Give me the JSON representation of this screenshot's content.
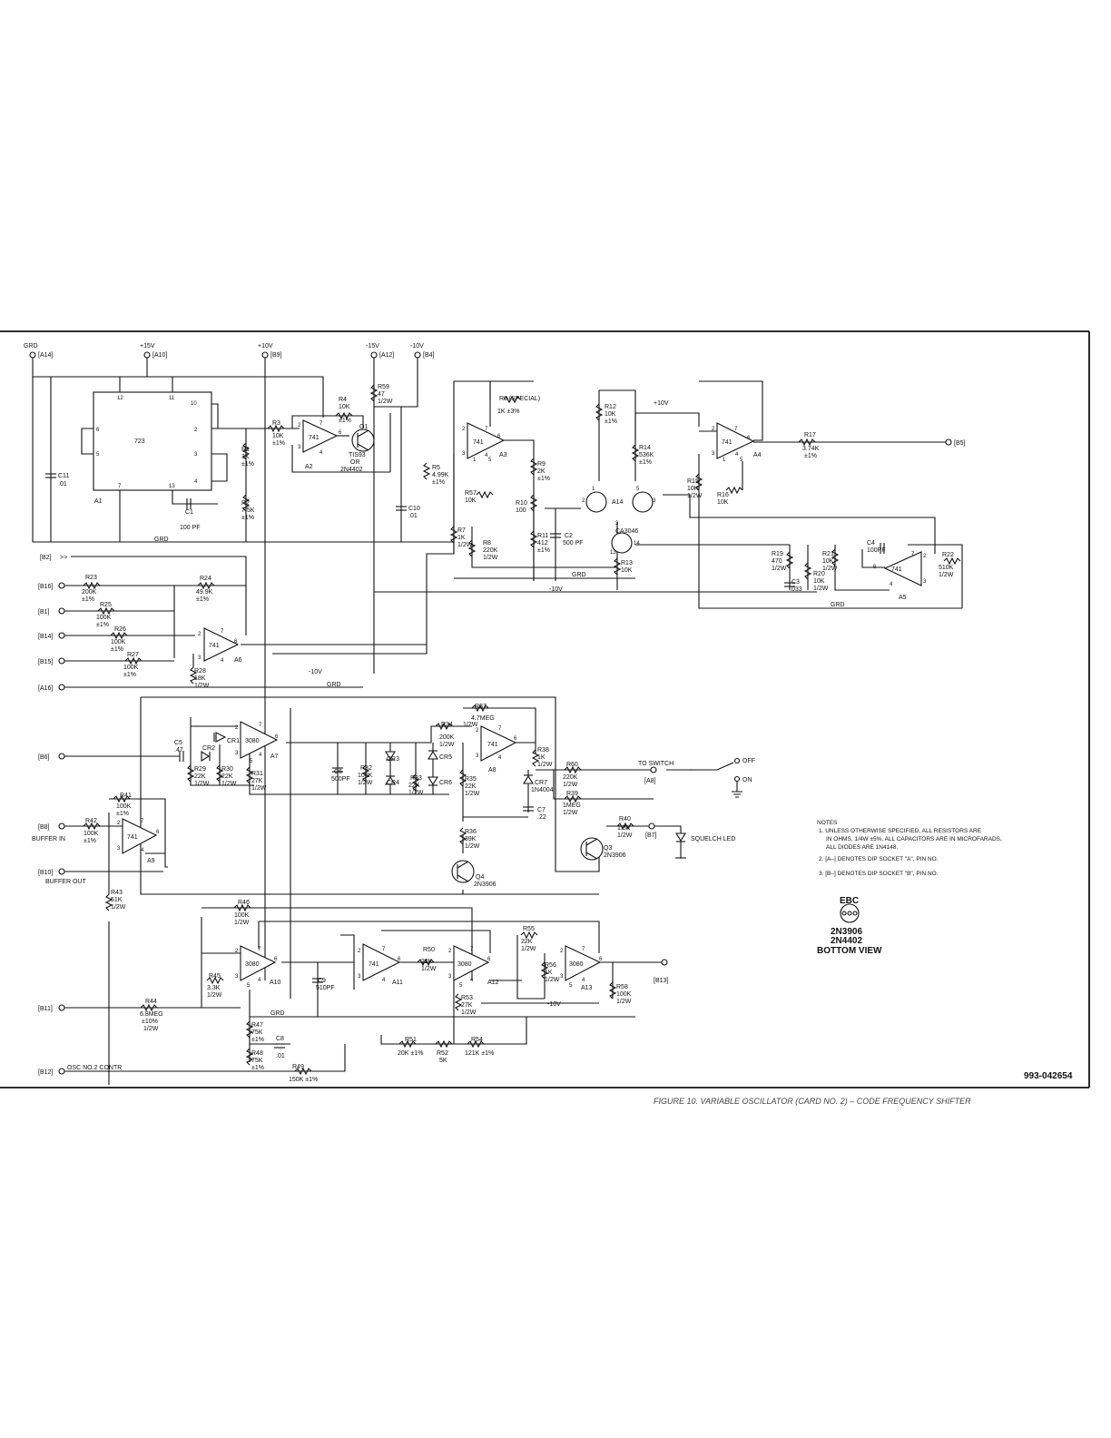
{
  "ports": {
    "grd": "GRD",
    "a14": "[A14]",
    "v15": "+15V",
    "a10": "[A10]",
    "v10": "+10V",
    "b9": "[B9]",
    "vm15": "-15V",
    "a12": "[A12]",
    "vm10": "-10V",
    "b4": "[B4]",
    "b5": "[B5]",
    "b2": "[B2]",
    "b16": "[B16]",
    "b1": "[B1]",
    "b14": "[B14]",
    "b15": "[B15]",
    "a16": "[A16]",
    "b6": "[B6]",
    "b8": "[B8]",
    "b10": "[B10]",
    "b11": "[B11]",
    "b12": "[B12]",
    "b13": "[B13]",
    "a8": "[A8]",
    "b7": "[B7]"
  },
  "port_labels": {
    "buffer_in": "BUFFER IN",
    "buffer_out": "BUFFER OUT",
    "osc2": "OSC NO.2 CONTR",
    "to_switch": "TO SWITCH",
    "off": "OFF",
    "on": "ON",
    "squelch": "SQUELCH LED"
  },
  "rail_labels": {
    "grd": "GRD",
    "m10": "-10V",
    "p10": "+10V"
  },
  "ics": {
    "a1": {
      "part": "723",
      "ref": "A1"
    },
    "a2": {
      "part": "741",
      "ref": "A2"
    },
    "a3": {
      "part": "741",
      "ref": "A3"
    },
    "a4": {
      "part": "741",
      "ref": "A4"
    },
    "a5": {
      "part": "741",
      "ref": "A5"
    },
    "a6": {
      "part": "741",
      "ref": "A6"
    },
    "a7": {
      "part": "3080",
      "ref": "A7"
    },
    "a8": {
      "part": "741",
      "ref": "A8"
    },
    "a9": {
      "part": "741",
      "ref": "A9"
    },
    "a10": {
      "part": "3080",
      "ref": "A10"
    },
    "a11": {
      "part": "741",
      "ref": "A11"
    },
    "a12": {
      "part": "3080",
      "ref": "A12"
    },
    "a13": {
      "part": "3080",
      "ref": "A13"
    },
    "a14": {
      "part": "CA3046",
      "ref": "A14"
    }
  },
  "transistors": {
    "q1": {
      "ref": "Q1",
      "part": "TIS93",
      "alt": "OR",
      "alt_part": "2N4402"
    },
    "q3": {
      "ref": "Q3",
      "part": "2N3906"
    },
    "q4": {
      "ref": "Q4",
      "part": "2N3906"
    }
  },
  "resistors": {
    "r1": [
      "R1",
      "3K",
      "±1%"
    ],
    "r2": [
      "R2",
      "7.5K",
      "±1%"
    ],
    "r3": [
      "R3",
      "10K",
      "±1%"
    ],
    "r4": [
      "R4",
      "10K",
      "±1%"
    ],
    "r5": [
      "R5",
      "4.99K",
      "±1%"
    ],
    "r6": [
      "R6 (SPECIAL)",
      "1K ±3%",
      ""
    ],
    "r7": [
      "R7",
      "1K",
      "1/2W"
    ],
    "r8": [
      "R8",
      "220K",
      "1/2W"
    ],
    "r9": [
      "R9",
      "2K",
      "±1%"
    ],
    "r10": [
      "R10",
      "100",
      ""
    ],
    "r11": [
      "R11",
      "412",
      "±1%"
    ],
    "r12": [
      "R12",
      "10K",
      "±1%"
    ],
    "r13": [
      "R13",
      "10K",
      ""
    ],
    "r14": [
      "R14",
      "536K",
      "±1%"
    ],
    "r15": [
      "R15",
      "10K",
      "1/2W"
    ],
    "r16": [
      "R16",
      "10K",
      ""
    ],
    "r17": [
      "R17",
      "3.74K",
      "±1%"
    ],
    "r19": [
      "R19",
      "470",
      "1/2W"
    ],
    "r20": [
      "R20",
      "10K",
      "1/2W"
    ],
    "r21": [
      "R21",
      "10K",
      "1/2W"
    ],
    "r22": [
      "R22",
      "510K",
      "1/2W"
    ],
    "r23": [
      "R23",
      "200K",
      "±1%"
    ],
    "r24": [
      "R24",
      "49.9K",
      "±1%"
    ],
    "r25": [
      "R25",
      "100K",
      "±1%"
    ],
    "r26": [
      "R26",
      "100K",
      "±1%"
    ],
    "r27": [
      "R27",
      "100K",
      "±1%"
    ],
    "r28": [
      "R28",
      "18K",
      "1/2W"
    ],
    "r29": [
      "R29",
      "22K",
      "1/2W"
    ],
    "r30": [
      "R30",
      "22K",
      "1/2W"
    ],
    "r31": [
      "R31",
      "27K",
      "1/2W"
    ],
    "r32": [
      "R32",
      "100K",
      "1/2W"
    ],
    "r33": [
      "R33",
      "22K",
      "1/2W"
    ],
    "r34": [
      "R34",
      "200K",
      "1/2W"
    ],
    "r35": [
      "R35",
      "22K",
      "1/2W"
    ],
    "r36": [
      "R36",
      "39K",
      "1/2W"
    ],
    "r37": [
      "R37",
      "4.7MEG",
      "1/2W"
    ],
    "r38": [
      "R38",
      "1K",
      "1/2W"
    ],
    "r39": [
      "R39",
      "1MEG",
      "1/2W"
    ],
    "r40": [
      "R40",
      "1.5K",
      "1/2W"
    ],
    "r41": [
      "R41",
      "100K",
      "±1%"
    ],
    "r42": [
      "R42",
      "100K",
      "±1%"
    ],
    "r43": [
      "R43",
      "51K",
      "1/2W"
    ],
    "r44": [
      "R44",
      "6.8MEG",
      "±10%"
    ],
    "r44b": "1/2W",
    "r45": [
      "R45",
      "3.3K",
      "1/2W"
    ],
    "r46": [
      "R46",
      "100K",
      "1/2W"
    ],
    "r47": [
      "R47",
      "75K",
      "±1%"
    ],
    "r48": [
      "R48",
      "75K",
      "±1%"
    ],
    "r49": [
      "R49",
      "150K ±1%",
      ""
    ],
    "r50": [
      "R50",
      "22K",
      "1/2W"
    ],
    "r51": [
      "R51",
      "20K ±1%",
      ""
    ],
    "r52": [
      "R52",
      "5K",
      ""
    ],
    "r53": [
      "R53",
      "27K",
      "1/2W"
    ],
    "r54": [
      "R54",
      "121K ±1%",
      ""
    ],
    "r55": [
      "R55",
      "22K",
      "1/2W"
    ],
    "r56": [
      "R56",
      "1K",
      "1/2W"
    ],
    "r57": [
      "R57",
      "10K",
      ""
    ],
    "r58": [
      "R58",
      "100K",
      "1/2W"
    ],
    "r59": [
      "R59",
      "47",
      "1/2W"
    ],
    "r60": [
      "R60",
      "220K",
      "1/2W"
    ]
  },
  "capacitors": {
    "c1": [
      "C1",
      "100 PF"
    ],
    "c2": [
      "C2",
      "500 PF"
    ],
    "c3": [
      "C3",
      ".033"
    ],
    "c4": [
      "C4",
      "100PF"
    ],
    "c5": [
      "C5",
      ".47"
    ],
    "c6": [
      "C6",
      "500PF"
    ],
    "c7": [
      "C7",
      ".22"
    ],
    "c8": [
      "C8",
      ".01"
    ],
    "c9": [
      "C9",
      "510PF"
    ],
    "c10": [
      "C10",
      ".01"
    ],
    "c11": [
      "C11",
      ".01"
    ]
  },
  "diodes": {
    "cr1": "CR1",
    "cr2": "CR2",
    "cr3": "CR3",
    "cr4": "CR4",
    "cr5": "CR5",
    "cr6": "CR6",
    "cr7": "CR7",
    "cr7_part": "1N4004"
  },
  "notes": {
    "title": "NOTES",
    "n1a": "1. UNLESS OTHERWISE SPECIFIED, ALL RESISTORS ARE",
    "n1b": "IN OHMS, 1/4W ±5%, ALL CAPACITORS ARE IN MICROFARADS,",
    "n1c": "ALL DIODES ARE 1N4148.",
    "n2": "2. [A–] DENOTES DIP SOCKET \"A\", PIN NO.",
    "n3": "3. [B–] DENOTES DIP SOCKET \"B\", PIN NO."
  },
  "pinout": {
    "label": "EBC",
    "part1": "2N3906",
    "part2": "2N4402",
    "view": "BOTTOM VIEW"
  },
  "drawing_number": "993-042654",
  "caption": "FIGURE 10. VARIABLE OSCILLATOR (CARD NO. 2) – CODE FREQUENCY SHIFTER"
}
